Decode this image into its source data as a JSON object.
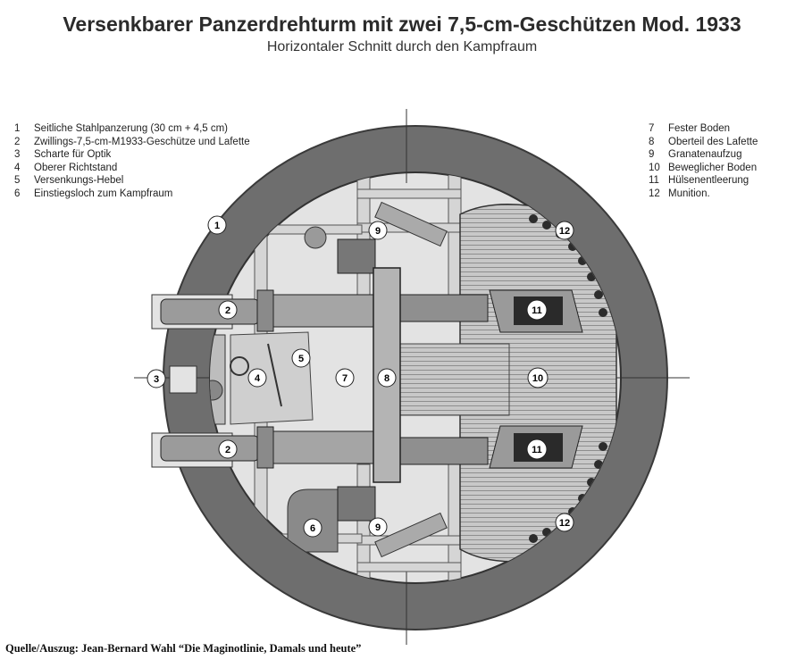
{
  "title": "Versenkbarer Panzerdrehturm mit zwei 7,5-cm-Geschützen Mod. 1933",
  "subtitle": "Horizontaler Schnitt durch den Kampfraum",
  "legend_left": [
    {
      "num": "1",
      "text": "Seitliche Stahlpanzerung (30 cm + 4,5 cm)"
    },
    {
      "num": "2",
      "text": "Zwillings-7,5-cm-M1933-Geschütze und Lafette"
    },
    {
      "num": "3",
      "text": "Scharte für Optik"
    },
    {
      "num": "4",
      "text": "Oberer Richtstand"
    },
    {
      "num": "5",
      "text": "Versenkungs-Hebel"
    },
    {
      "num": "6",
      "text": "Einstiegsloch zum Kampfraum"
    }
  ],
  "legend_right": [
    {
      "num": "7",
      "text": "Fester Boden"
    },
    {
      "num": "8",
      "text": "Oberteil des Lafette"
    },
    {
      "num": "9",
      "text": "Granatenaufzug"
    },
    {
      "num": "10",
      "text": "Beweglicher Boden"
    },
    {
      "num": "11",
      "text": "Hülsenentleerung"
    },
    {
      "num": "12",
      "text": "Munition."
    }
  ],
  "callouts": {
    "c1": "1",
    "c2a": "2",
    "c2b": "2",
    "c3": "3",
    "c4": "4",
    "c5": "5",
    "c6": "6",
    "c7": "7",
    "c8": "8",
    "c9a": "9",
    "c9b": "9",
    "c10": "10",
    "c11a": "11",
    "c11b": "11",
    "c12a": "12",
    "c12b": "12"
  },
  "source": "Quelle/Auszug: Jean-Bernard Wahl “Die Maginotlinie, Damals und heute”",
  "colors": {
    "armor": "#6e6e6e",
    "interior": "#dcdcdc",
    "dark": "#2a2a2a",
    "mid": "#9a9a9a",
    "floor": "#c4c4c4"
  }
}
